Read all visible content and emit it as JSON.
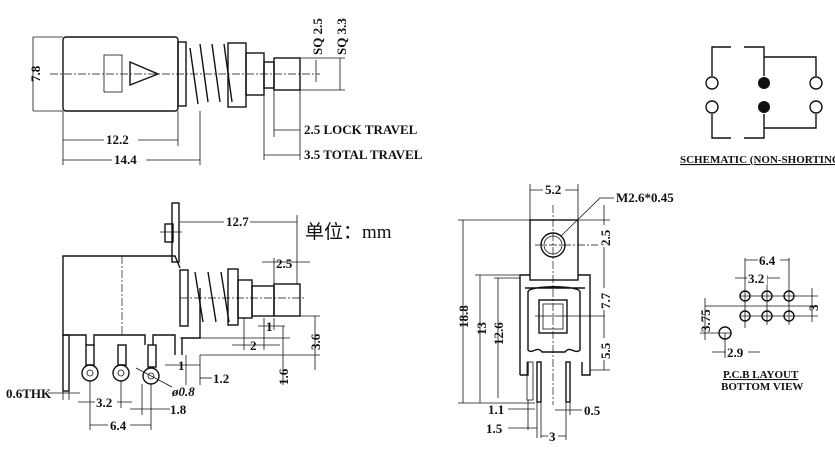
{
  "units_label": "单位：mm",
  "top_view": {
    "height": "7.8",
    "len_body": "12.2",
    "len_total": "14.4",
    "sq_small": "SQ 2.5",
    "sq_large": "SQ 3.3",
    "lock_travel": "2.5 LOCK TRAVEL",
    "total_travel": "3.5 TOTAL TRAVEL"
  },
  "schematic": {
    "title": "SCHEMATIC (NON-SHORTING)"
  },
  "front_view": {
    "d_12_7": "12.7",
    "d_2_5": "2.5",
    "d_1a": "1",
    "d_2": "2",
    "d_3_6": "3.6",
    "d_1_6": "1.6",
    "d_1b": "1",
    "d_1_2": "1.2",
    "d_hole": "ø0.8",
    "d_thk": "0.6THK",
    "d_3_2": "3.2",
    "d_1_8": "1.8",
    "d_6_4": "6.4"
  },
  "side_view": {
    "d_5_2": "5.2",
    "thread": "M2.6*0.45",
    "d_18_8": "18.8",
    "d_13": "13",
    "d_12_6": "12.6",
    "d_2_5": "2.5",
    "d_7_7": "7.7",
    "d_5_5": "5.5",
    "d_1_1": "1.1",
    "d_1_5": "1.5",
    "d_0_5": "0.5",
    "d_3": "3"
  },
  "pcb_layout": {
    "d_6_4": "6.4",
    "d_3_2": "3.2",
    "d_3": "3",
    "d_3_75": "3.75",
    "d_2_9": "2.9",
    "title": "P.C.B LAYOUT",
    "subtitle": "BOTTOM VIEW"
  }
}
